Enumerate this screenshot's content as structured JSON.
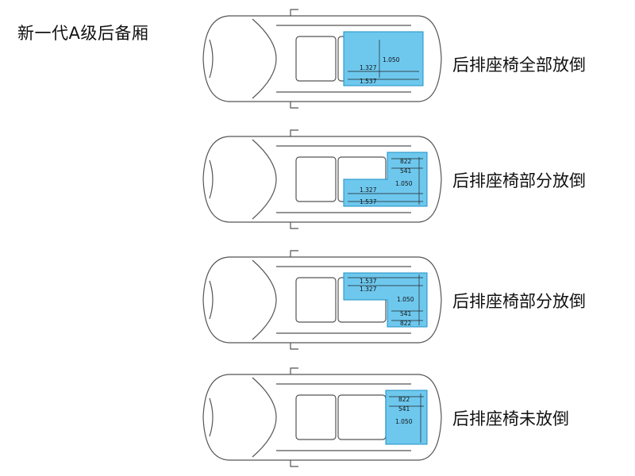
{
  "title": "新一代A级后备厢",
  "configs": [
    {
      "label": "后排座椅全部放倒",
      "dims": [
        "1.050",
        "1.327",
        "1.537"
      ]
    },
    {
      "label": "后排座椅部分放倒",
      "dims": [
        "822",
        "541",
        "1.050",
        "1.327",
        "1.537"
      ]
    },
    {
      "label": "后排座椅部分放倒",
      "dims": [
        "1.537",
        "1.327",
        "1.050",
        "541",
        "822"
      ]
    },
    {
      "label": "后排座椅未放倒",
      "dims": [
        "822",
        "541",
        "1.050"
      ]
    }
  ],
  "colors": {
    "cargo_fill": "#6ec8ee",
    "cargo_stroke": "#1f8fc4",
    "car_line": "#555555"
  }
}
